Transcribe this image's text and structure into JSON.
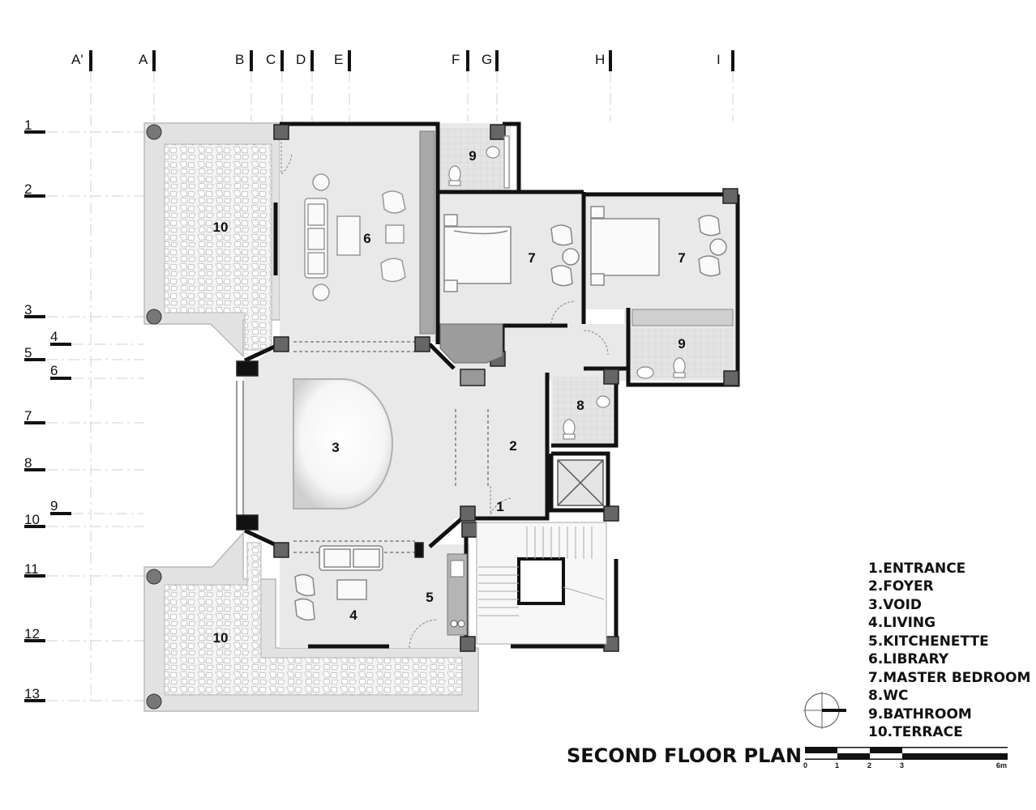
{
  "title": "SECOND FLOOR PLAN",
  "grid": {
    "columns": [
      "A'",
      "A",
      "B",
      "C",
      "D",
      "E",
      "F",
      "G",
      "H",
      "I"
    ],
    "rows": [
      "1",
      "2",
      "3",
      "4",
      "5",
      "6",
      "7",
      "8",
      "9",
      "10",
      "11",
      "12",
      "13"
    ]
  },
  "rooms": [
    {
      "num": "10",
      "name": "TERRACE"
    },
    {
      "num": "6",
      "name": "LIBRARY"
    },
    {
      "num": "9",
      "name": "BATHROOM"
    },
    {
      "num": "7",
      "name": "MASTER BEDROOM"
    },
    {
      "num": "7",
      "name": "MASTER BEDROOM"
    },
    {
      "num": "9",
      "name": "BATHROOM"
    },
    {
      "num": "8",
      "name": "WC"
    },
    {
      "num": "3",
      "name": "VOID"
    },
    {
      "num": "2",
      "name": "FOYER"
    },
    {
      "num": "1",
      "name": "ENTRANCE"
    },
    {
      "num": "5",
      "name": "KITCHENETTE"
    },
    {
      "num": "4",
      "name": "LIVING"
    },
    {
      "num": "10",
      "name": "TERRACE"
    }
  ],
  "legend": [
    "1.ENTRANCE",
    "2.FOYER",
    "3.VOID",
    "4.LIVING",
    "5.KITCHENETTE",
    "6.LIBRARY",
    "7.MASTER BEDROOM",
    "8.WC",
    "9.BATHROOM",
    "10.TERRACE"
  ],
  "scale": {
    "ticks": [
      "0",
      "1",
      "2",
      "3",
      "6m"
    ]
  }
}
